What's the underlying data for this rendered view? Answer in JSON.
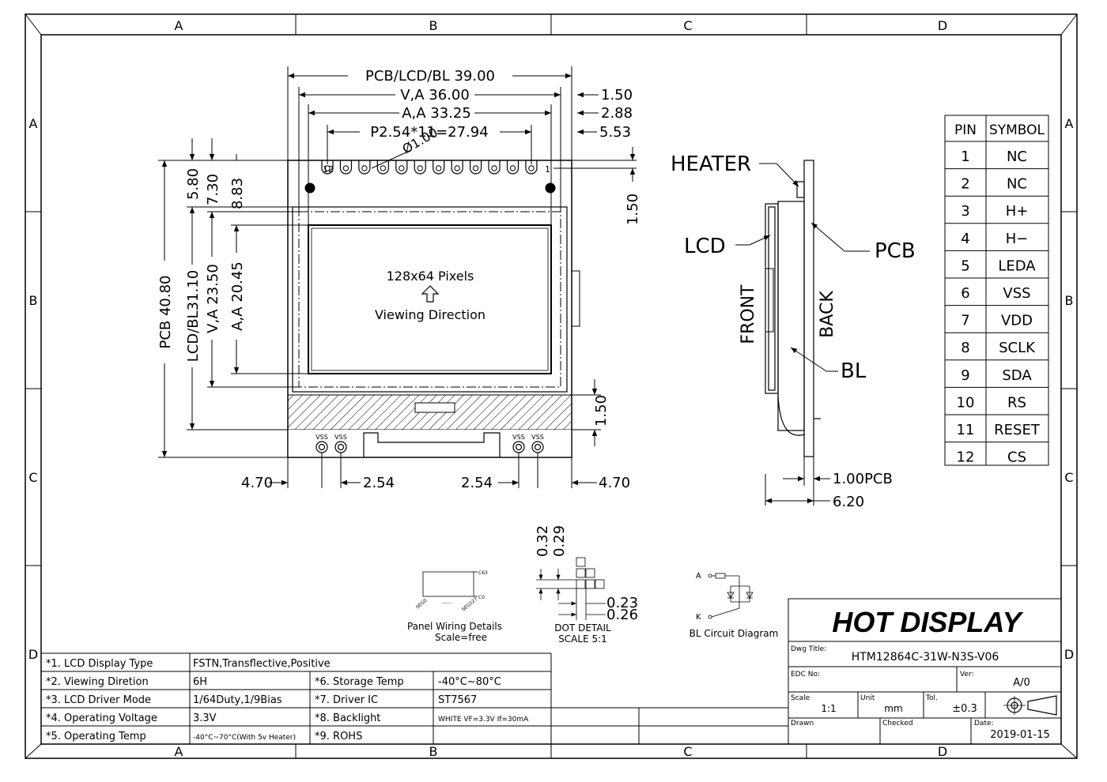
{
  "border": {
    "columns": [
      "A",
      "B",
      "C",
      "D"
    ],
    "rows": [
      "A",
      "B",
      "C",
      "D"
    ]
  },
  "front_view": {
    "dimensions": {
      "pcb_lcd_bl_width": "PCB/LCD/BL 39.00",
      "va_width": "V,A 36.00",
      "aa_width": "A,A 33.25",
      "pin_pitch_total": "P2.54*11=27.94",
      "hole_dia": "Ø1.00",
      "right_offset_1": "1.50",
      "right_offset_2": "2.88",
      "right_offset_3": "5.53",
      "right_vertical": "1.50",
      "top_offset_1": "5.80",
      "top_offset_2": "7.30",
      "top_offset_3": "8.83",
      "pcb_height": "PCB 40.80",
      "lcd_bl_height": "LCD/BL31.10",
      "va_height": "V,A 23.50",
      "aa_height": "A,A 20.45",
      "tab_height": "1.50",
      "bottom_left_offset": "4.70",
      "bottom_left_pitch": "2.54",
      "bottom_right_pitch": "2.54",
      "bottom_right_offset": "4.70"
    },
    "pin_left_label": "12",
    "pin_right_label": "1",
    "vss_labels": [
      "VSS",
      "VSS",
      "VSS",
      "VSS"
    ],
    "screen_label": "128x64 Pixels",
    "viewing_direction": "Viewing Direction"
  },
  "side_view": {
    "heater": "HEATER",
    "lcd": "LCD",
    "pcb": "PCB",
    "front": "FRONT",
    "back": "BACK",
    "bl": "BL",
    "pcb_thickness": "1.00PCB",
    "total_thickness": "6.20"
  },
  "pin_table": {
    "headers": [
      "PIN",
      "SYMBOL"
    ],
    "rows": [
      [
        "1",
        "NC"
      ],
      [
        "2",
        "NC"
      ],
      [
        "3",
        "H+"
      ],
      [
        "4",
        "H−"
      ],
      [
        "5",
        "LEDA"
      ],
      [
        "6",
        "VSS"
      ],
      [
        "7",
        "VDD"
      ],
      [
        "8",
        "SCLK"
      ],
      [
        "9",
        "SDA"
      ],
      [
        "10",
        "RS"
      ],
      [
        "11",
        "RESET"
      ],
      [
        "12",
        "CS"
      ]
    ]
  },
  "panel_wiring": {
    "com_top": "C63",
    "com_bottom": "C0",
    "seg_left": "SEG0",
    "seg_right": "SEG127",
    "dots": "......",
    "caption_1": "Panel Wiring Details",
    "caption_2": "Scale=free"
  },
  "dot_detail": {
    "dim_1": "0.32",
    "dim_2": "0.29",
    "dim_3": "0.23",
    "dim_4": "0.26",
    "caption_1": "DOT DETAIL",
    "caption_2": "SCALE 5:1"
  },
  "bl_circuit": {
    "anode": "A",
    "cathode": "K",
    "caption": "BL Circuit Diagram"
  },
  "spec_table": [
    {
      "label": "*1. LCD Display Type",
      "value": "FSTN,Transflective,Positive"
    },
    {
      "label": "*2. Viewing Diretion",
      "value": "6H",
      "label2": "*6. Storage Temp",
      "value2": "-40°C~80°C"
    },
    {
      "label": "*3. LCD Driver Mode",
      "value": "1/64Duty,1/9Bias",
      "label2": "*7. Driver IC",
      "value2": "ST7567"
    },
    {
      "label": "*4. Operating Voltage",
      "value": "3.3V",
      "label2": "*8. Backlight",
      "value2": "WHITE VF=3.3V If=30mA"
    },
    {
      "label": "*5. Operating Temp",
      "value": "-40°C~70°C(With 5v Heater)",
      "label2": "*9. ROHS",
      "value2": ""
    }
  ],
  "title_block": {
    "company": "HOT DISPLAY",
    "dwg_title_label": "Dwg Title:",
    "dwg_title": "HTM12864C-31W-N3S-V06",
    "ecn_label": "EDC No:",
    "ecn": "",
    "ver_label": "Ver:",
    "ver": "A/0",
    "scale_label": "Scale",
    "scale": "1:1",
    "unit_label": "Unit",
    "unit": "mm",
    "tol_label": "Tol.",
    "tol": "±0.3",
    "drawn_label": "Drawn",
    "checked_label": "Checked",
    "date_label": "Date:",
    "date": "2019-01-15"
  }
}
